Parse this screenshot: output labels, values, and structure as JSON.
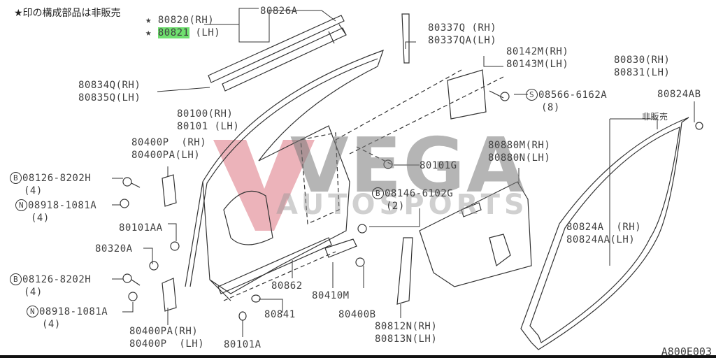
{
  "diagram": {
    "note": "★印の構成部品は非販売",
    "diagram_code": "A800E003",
    "watermark": {
      "brand": "VEGA",
      "sub": "AUTOSPORTS",
      "accent_color": "#e8a0a8"
    },
    "highlight_color": "#6fe06f",
    "labels": {
      "l80820": "★ 80820(RH)",
      "l80821_star": "★ ",
      "l80821_num": "80821",
      "l80821_side": " (LH)",
      "l80826A": "80826A",
      "l80337Q": "80337Q (RH)",
      "l80337QA": "80337QA(LH)",
      "l80834Q": "80834Q(RH)",
      "l80835Q": "80835Q(LH)",
      "l80142M": "80142M(RH)",
      "l80143M": "80143M(LH)",
      "l08566": "08566-6162A",
      "l08566_qty": "(8)",
      "l08566_prefix": "S",
      "l80830": "80830(RH)",
      "l80831": "80831(LH)",
      "l80824AB": "80824AB",
      "l_not_sold": "非販売",
      "l80100": "80100(RH)",
      "l80101": "80101 (LH)",
      "l80400P_top": "80400P  (RH)",
      "l80400PA_top": "80400PA(LH)",
      "l08126_top": "08126-8202H",
      "l08126_top_qty": "(4)",
      "l08126_prefix": "B",
      "l08918_top": "08918-1081A",
      "l08918_top_qty": "(4)",
      "l08918_prefix": "N",
      "l80101G": "80101G",
      "l08146": "08146-6102G",
      "l08146_qty": "(2)",
      "l08146_prefix": "B",
      "l80880M": "80880M(RH)",
      "l80880N": "80880N(LH)",
      "l80101AA": "80101AA",
      "l80320A": "80320A",
      "l08126_bot": "08126-8202H",
      "l08126_bot_qty": "(4)",
      "l08918_bot": "08918-1081A",
      "l08918_bot_qty": "(4)",
      "l80862": "80862",
      "l80410M": "80410M",
      "l80400B": "80400B",
      "l80841": "80841",
      "l80400PA_bot": "80400PA(RH)",
      "l80400P_bot": "80400P  (LH)",
      "l80101A": "80101A",
      "l80812N": "80812N(RH)",
      "l80813N": "80813N(LH)",
      "l80824A": "80824A  (RH)",
      "l80824AA": "80824AA(LH)"
    }
  }
}
